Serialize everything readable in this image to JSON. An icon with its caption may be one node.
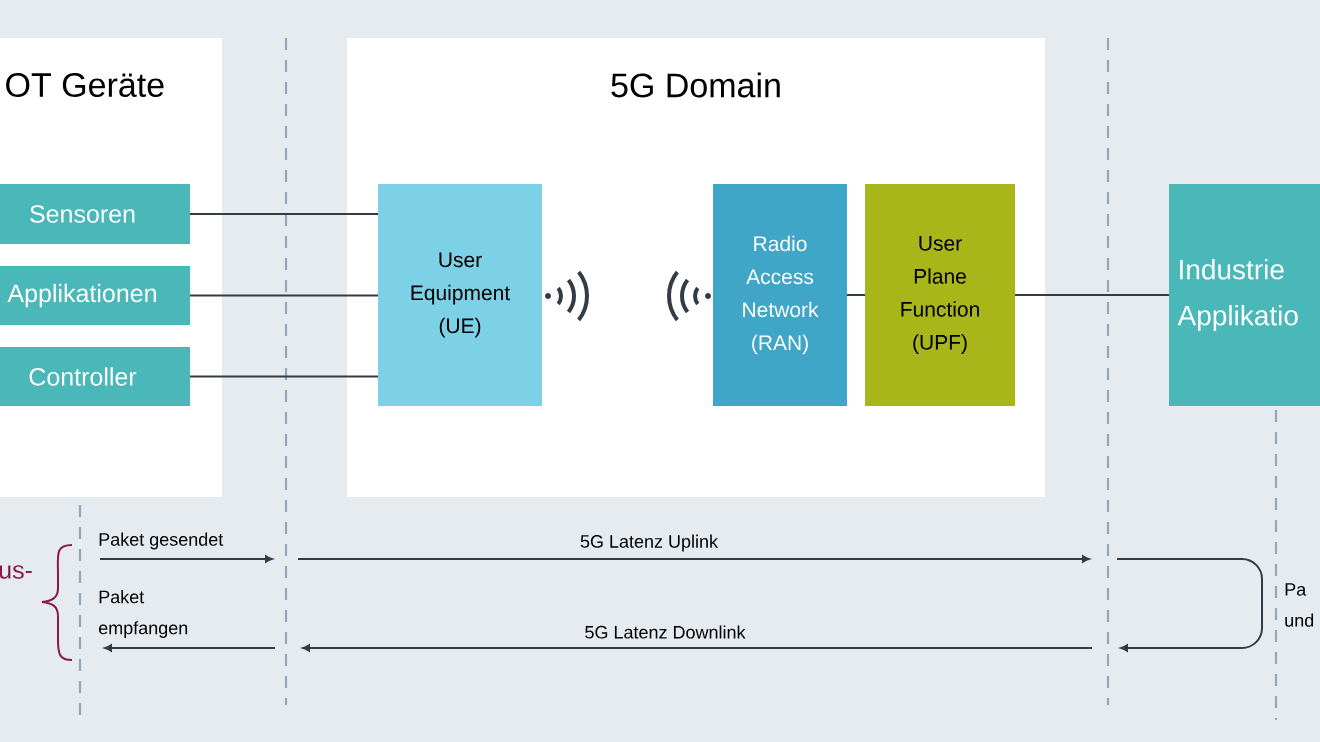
{
  "diagram": {
    "nodes": [
      {
        "text": [
          "OT Geräte"
        ]
      },
      {
        "text": [
          "Sensoren"
        ],
        "in": 0
      },
      {
        "text": [
          "Applikationen"
        ],
        "in": 0
      },
      {
        "text": [
          "Controller"
        ],
        "in": 0
      },
      {
        "text": [
          "5G Domain"
        ]
      },
      {
        "text": [
          "User Equipment (UE)"
        ],
        "in": 4
      },
      {
        "text": [
          "Radio Access Network (RAN)"
        ],
        "in": 4
      },
      {
        "text": [
          "User Plane Function (UPF)"
        ],
        "in": 4
      },
      {
        "text": [
          "Industrie Applikatio"
        ]
      }
    ],
    "edges": [
      {
        "from": 1,
        "to": 5,
        "arrow": "none"
      },
      {
        "from": 2,
        "to": 5,
        "arrow": "none"
      },
      {
        "from": 3,
        "to": 5,
        "arrow": "none"
      },
      {
        "from": 6,
        "to": 7,
        "arrow": "none"
      },
      {
        "from": 7,
        "to": 8,
        "arrow": "none"
      }
    ],
    "labels": [
      "Paket gesendet",
      "5G Latenz Uplink",
      "us-",
      "Paket empfangen",
      "5G Latenz Downlink",
      "Pa und"
    ]
  }
}
